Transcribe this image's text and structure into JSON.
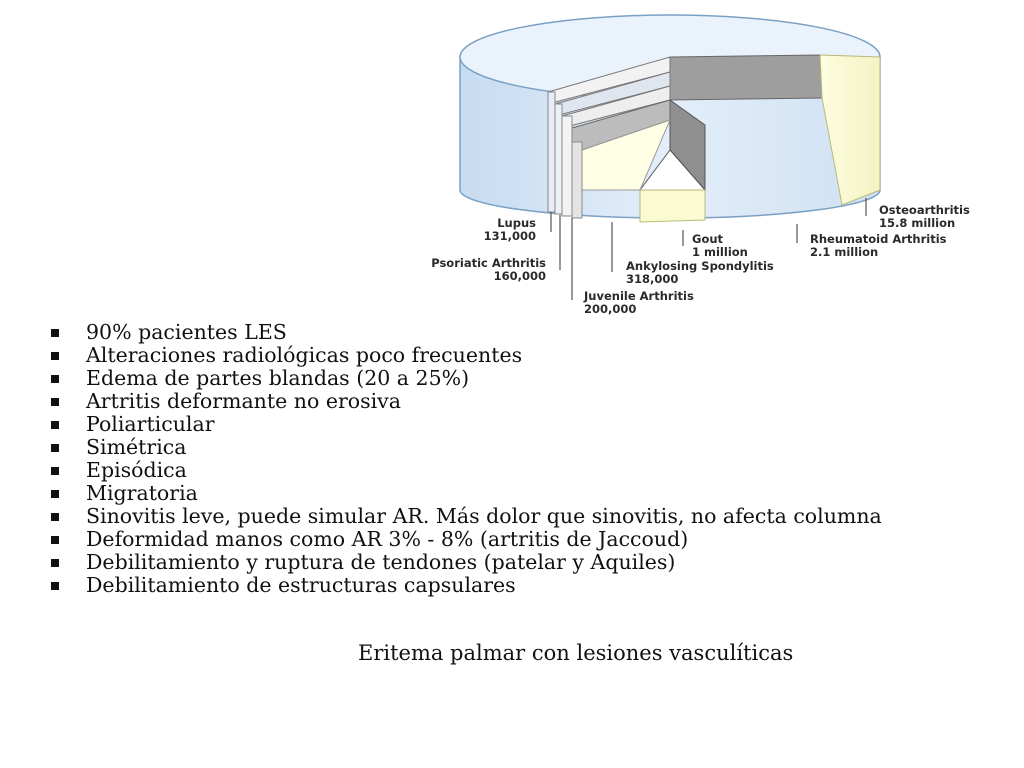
{
  "chart_data": {
    "type": "pie",
    "style": "3d-cylinder",
    "categories": [
      "Osteoarthritis",
      "Rheumatoid Arthritis",
      "Gout",
      "Ankylosing Spondylitis",
      "Juvenile Arthritis",
      "Psoriatic Arthritis",
      "Lupus"
    ],
    "values": [
      15800000,
      2100000,
      1000000,
      318000,
      200000,
      160000,
      131000
    ],
    "value_labels": [
      "15.8 million",
      "2.1 million",
      "1 million",
      "318,000",
      "200,000",
      "160,000",
      "131,000"
    ],
    "colors": [
      "#d6e6f6",
      "#fbfbd2",
      "#bdbdbd",
      "#efefef",
      "#ffffe6",
      "#dfe6f0",
      "#f2f2f2"
    ]
  },
  "bullets": [
    "90% pacientes LES",
    "Alteraciones radiológicas poco frecuentes",
    "Edema de partes blandas (20 a 25%)",
    "Artritis deformante no erosiva",
    "Poliarticular",
    "Simétrica",
    "Episódica",
    "Migratoria",
    "Sinovitis leve, puede simular AR. Más dolor que sinovitis, no afecta columna",
    "Deformidad manos como AR 3% - 8% (artritis de Jaccoud)",
    "Debilitamiento y ruptura de tendones (patelar y Aquiles)",
    "Debilitamiento de estructuras capsulares"
  ],
  "caption": "Eritema palmar con lesiones vasculíticas"
}
